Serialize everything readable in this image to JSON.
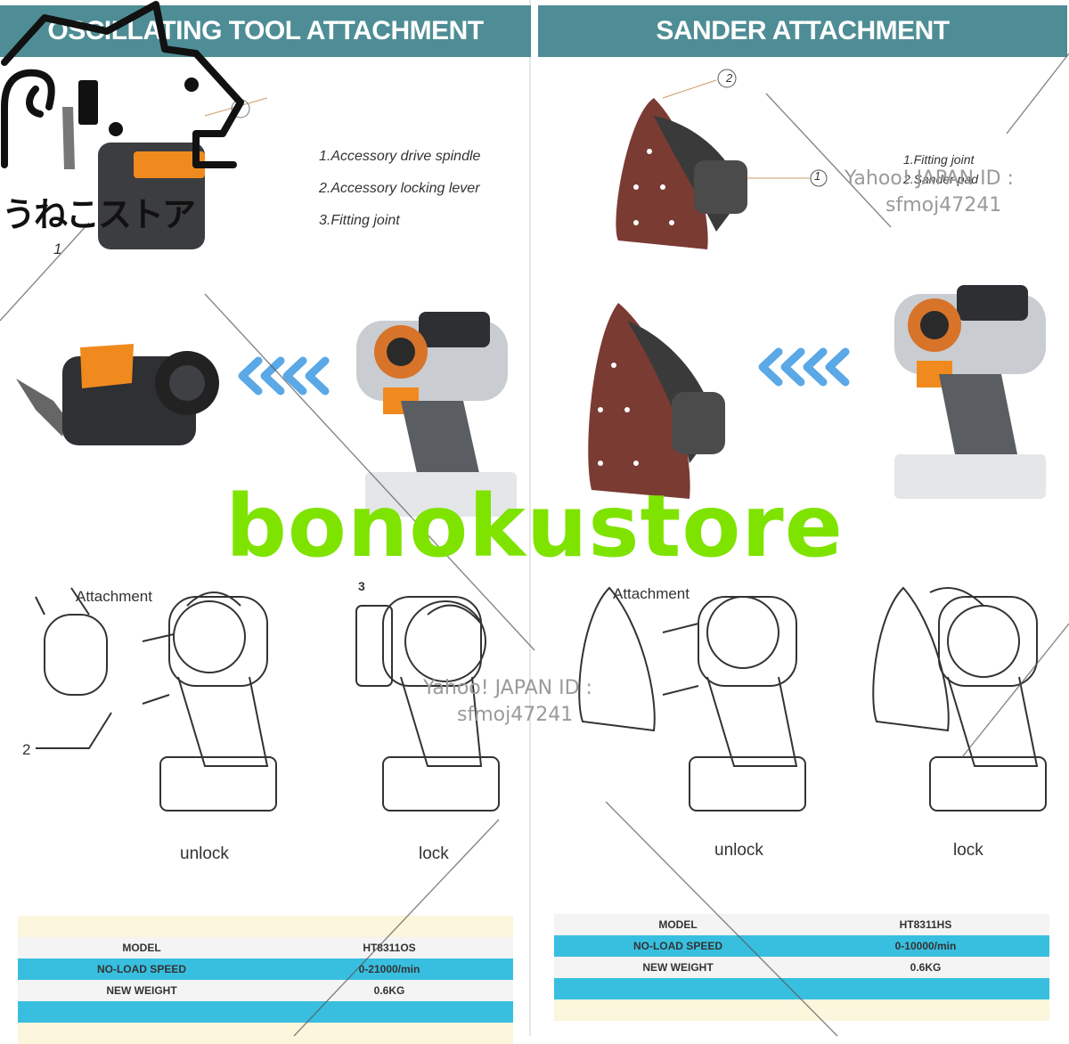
{
  "left_panel": {
    "header": "OSCILLATING TOOL ATTACHMENT",
    "legend": [
      "1.Accessory drive spindle",
      "2.Accessory locking lever",
      "3.Fitting joint"
    ],
    "callout_1": "1",
    "attachment_label": "Attachment",
    "label_2": "2",
    "label_3": "3",
    "unlock": "unlock",
    "lock": "lock",
    "spec": {
      "rows": [
        [
          "MODEL",
          "HT8311OS"
        ],
        [
          "NO-LOAD SPEED",
          "0-21000/min"
        ],
        [
          "NEW WEIGHT",
          "0.6KG"
        ]
      ]
    }
  },
  "right_panel": {
    "header": "SANDER ATTACHMENT",
    "legend": [
      "1.Fitting joint",
      "2.Sander pad"
    ],
    "callout_1": "1",
    "callout_2": "2",
    "attachment_label": "Attachment",
    "unlock": "unlock",
    "lock": "lock",
    "spec": {
      "rows": [
        [
          "MODEL",
          "HT8311HS"
        ],
        [
          "NO-LOAD SPEED",
          "0-10000/min"
        ],
        [
          "NEW WEIGHT",
          "0.6KG"
        ]
      ]
    }
  },
  "watermarks": {
    "top_right_line1": "Yahoo! JAPAN ID :",
    "top_right_line2": "sfmoj47241",
    "center_line1": "Yahoo! JAPAN ID :",
    "center_line2": "sfmoj47241"
  },
  "store_logo_text": "うねこストア",
  "brand_overlay": "bonokustore",
  "colors": {
    "header_bg": "#4e8d95",
    "brand_green": "#7fe300",
    "spec_blue": "#38bfe0",
    "spec_pale": "#fbf6dc",
    "arrow_blue": "#5aa8e6",
    "pad_brown": "#7a3b33",
    "tool_gray": "#5a5d61",
    "tool_orange": "#f08a1e"
  }
}
